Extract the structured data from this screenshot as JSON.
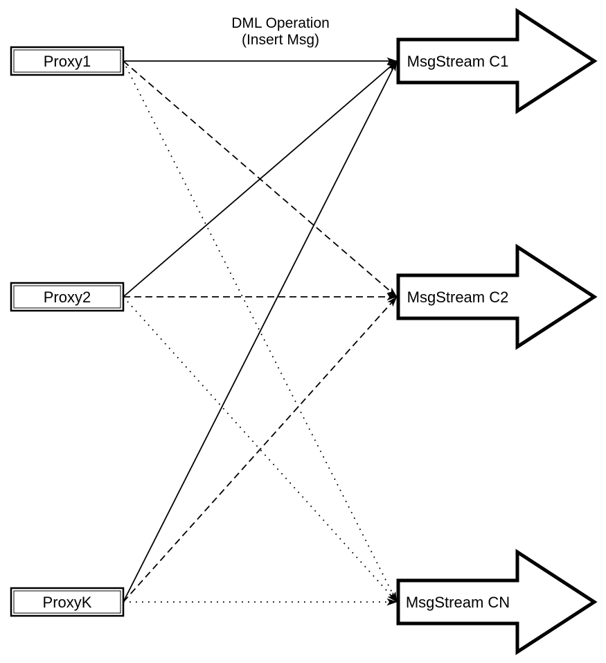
{
  "diagram": {
    "edge_label": {
      "line1": "DML Operation",
      "line2": "(Insert Msg)"
    },
    "proxies": [
      {
        "id": "proxy1",
        "label": "Proxy1"
      },
      {
        "id": "proxy2",
        "label": "Proxy2"
      },
      {
        "id": "proxyk",
        "label": "ProxyK"
      }
    ],
    "streams": [
      {
        "id": "c1",
        "label": "MsgStream C1"
      },
      {
        "id": "c2",
        "label": "MsgStream C2"
      },
      {
        "id": "cn",
        "label": "MsgStream CN"
      }
    ],
    "connections": [
      {
        "from": "proxy1",
        "to": "c1",
        "style": "solid"
      },
      {
        "from": "proxy1",
        "to": "c2",
        "style": "dashed"
      },
      {
        "from": "proxy1",
        "to": "cn",
        "style": "dotted"
      },
      {
        "from": "proxy2",
        "to": "c1",
        "style": "solid"
      },
      {
        "from": "proxy2",
        "to": "c2",
        "style": "dashed"
      },
      {
        "from": "proxy2",
        "to": "cn",
        "style": "dotted"
      },
      {
        "from": "proxyk",
        "to": "c1",
        "style": "solid"
      },
      {
        "from": "proxyk",
        "to": "c2",
        "style": "dashed"
      },
      {
        "from": "proxyk",
        "to": "cn",
        "style": "dotted"
      }
    ],
    "colors": {
      "stroke": "#000000",
      "fill": "#ffffff",
      "background": "#ffffff"
    }
  }
}
